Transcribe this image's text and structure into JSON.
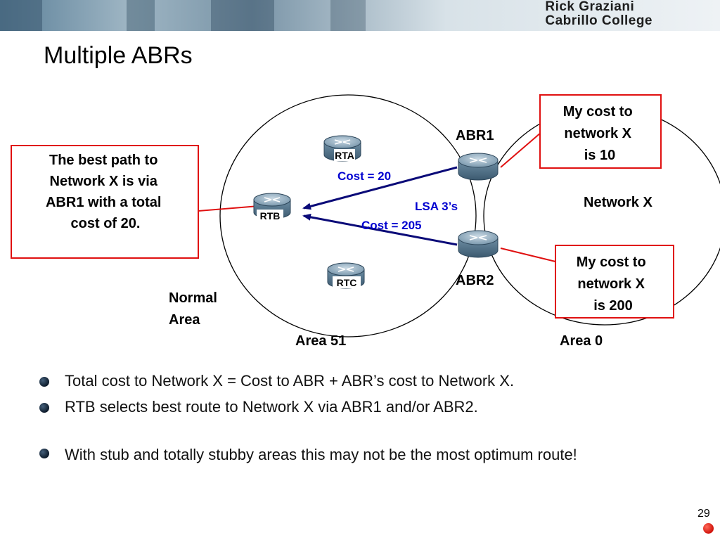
{
  "slide": {
    "author_line1": "Rick Graziani",
    "author_line2": "Cabrillo College",
    "title": "Multiple ABRs",
    "page_number": "29"
  },
  "diagram": {
    "routers": {
      "rta": "RTA",
      "rtb": "RTB",
      "rtc": "RTC"
    },
    "labels": {
      "abr1": "ABR1",
      "abr2": "ABR2",
      "cost_abr1": "Cost = 20",
      "cost_abr2": "Cost = 205",
      "lsa": "LSA 3’s",
      "network_x": "Network X",
      "normal_area_1": "Normal",
      "normal_area_2": "Area",
      "area_51": "Area 51",
      "area_0": "Area 0"
    },
    "callouts": {
      "best_path": [
        "The best path to",
        "Network X is via",
        "ABR1 with a total",
        "cost of 20."
      ],
      "abr1_cost": [
        "My cost to",
        "network X",
        "is 10"
      ],
      "abr2_cost": [
        "My cost to",
        "network X",
        "is 200"
      ]
    },
    "colors": {
      "arrow": "#0a0a78",
      "cost_text": "#0000d0",
      "callout_border": "#e01010"
    }
  },
  "bullets": [
    "Total cost to Network X = Cost to ABR + ABR’s cost to Network X.",
    "RTB selects best route to Network X via ABR1 and/or ABR2.",
    "With stub and totally stubby areas this may not be the most optimum route!"
  ]
}
